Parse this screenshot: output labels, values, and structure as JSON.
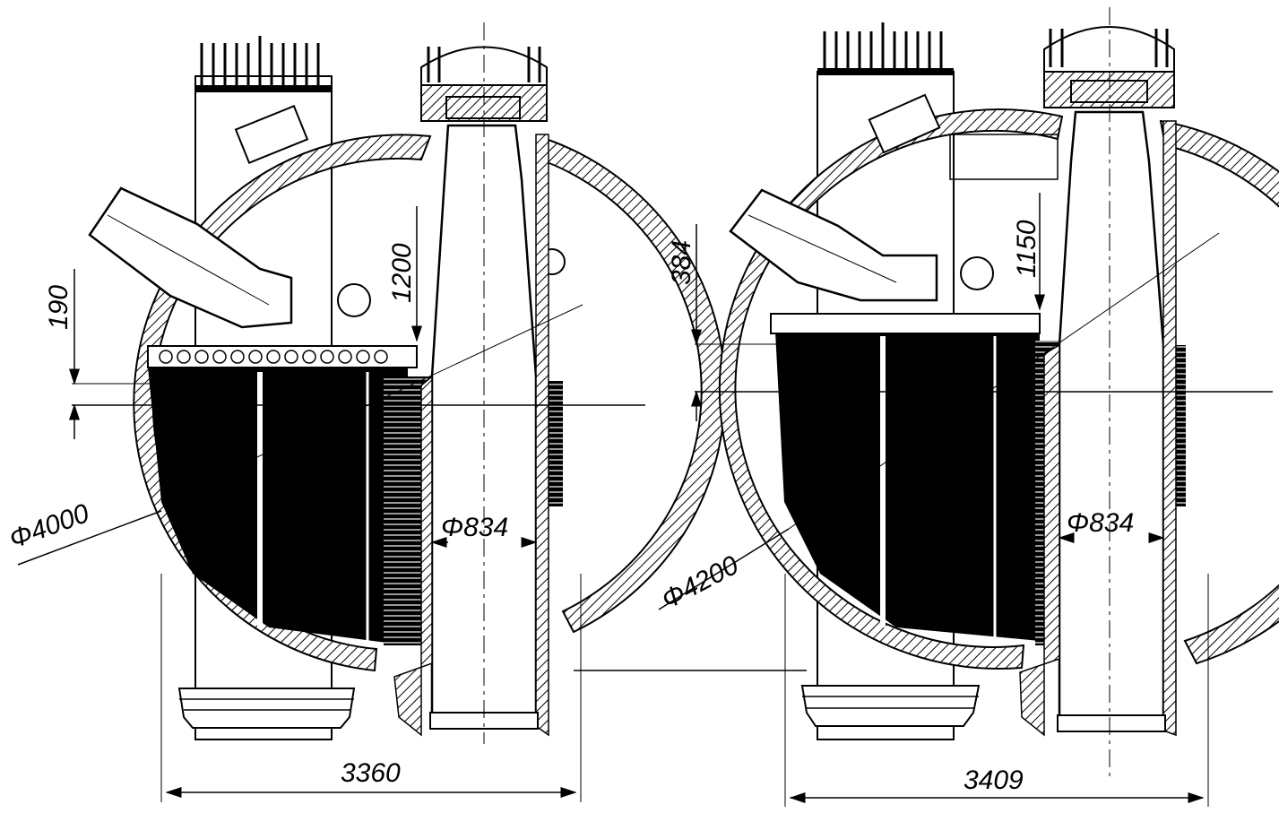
{
  "colors": {
    "ink": "#000000",
    "paper": "#ffffff",
    "hatch": "#000000"
  },
  "left_vessel": {
    "diameter_label": "Φ4000",
    "nozzle_label": "Φ834",
    "height_label": "1200",
    "offset_label": "190",
    "width_label": "3360"
  },
  "right_vessel": {
    "diameter_label": "Φ4200",
    "nozzle_label": "Φ834",
    "height_label": "1150",
    "offset_label": "384",
    "width_label": "3409"
  }
}
